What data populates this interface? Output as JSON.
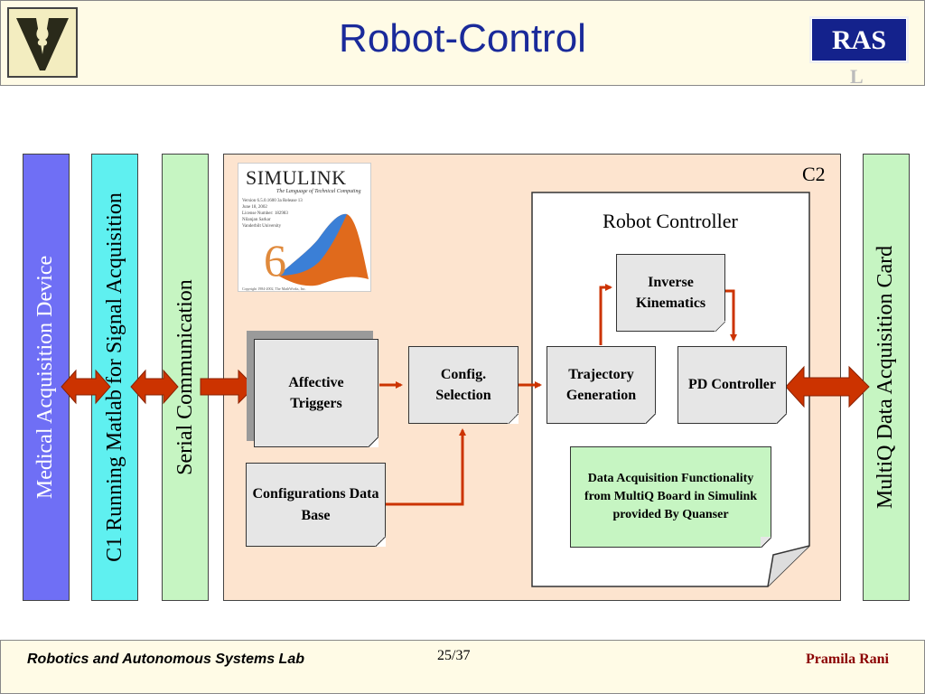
{
  "slide": {
    "title": "Robot-Control",
    "badge": "RAS",
    "badge_extra": "L"
  },
  "columns": {
    "medical": "Medical Acquisition Device",
    "c1": "C1 Running Matlab for Signal Acquisition",
    "serial": "Serial Communication",
    "multiq": "MultiQ Data Acquisition Card"
  },
  "simulink": {
    "label": "C2",
    "logo_title": "SIMULINK",
    "logo_tagline": "The Language of Technical Computing",
    "logo_version": "6",
    "logo_info": [
      "Version 6.5.0.1600 3a Release 13",
      "June 18, 2002",
      "License Number: 182983",
      "Nilanjan Sarkar",
      "Vanderbilt University"
    ],
    "logo_copyright": "Copyright 1984-2002, The MathWorks, Inc."
  },
  "robot_controller": {
    "title": "Robot Controller",
    "inverse": "Inverse Kinematics",
    "trajectory": "Trajectory Generation",
    "pd": "PD Controller",
    "daq": "Data Acquisition Functionality from MultiQ Board in Simulink provided By Quanser"
  },
  "blocks": {
    "affective": "Affective Triggers",
    "config_selection": "Config. Selection",
    "config_db": "Configurations Data Base"
  },
  "colors": {
    "medical_fill": "#6f6ff5",
    "c1_fill": "#5ff0f0",
    "green_fill": "#c6f5c2",
    "simulink_fill": "#fde4cf",
    "arrow": "#cc3300",
    "title": "#1a2a9a",
    "footer_author": "#8b0000"
  },
  "footer": {
    "lab": "Robotics and Autonomous Systems Lab",
    "page": "25/37",
    "author": "Pramila Rani"
  }
}
